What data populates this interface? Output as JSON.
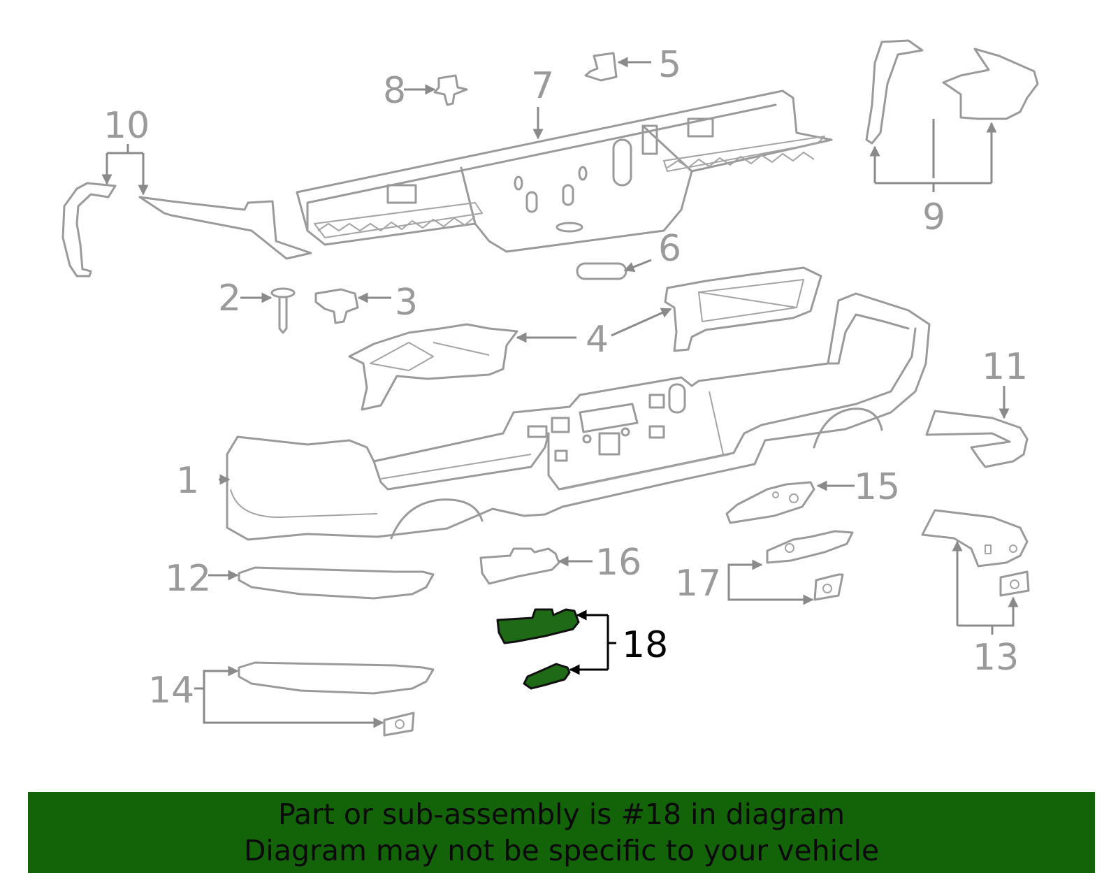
{
  "labels": {
    "n1": "1",
    "n2": "2",
    "n3": "3",
    "n4": "4",
    "n5": "5",
    "n6": "6",
    "n7": "7",
    "n8": "8",
    "n9": "9",
    "n10": "10",
    "n11": "11",
    "n12": "12",
    "n13": "13",
    "n14": "14",
    "n15": "15",
    "n16": "16",
    "n17": "17",
    "n18": "18"
  },
  "banner": {
    "line1": "Part or sub-assembly is #18 in diagram",
    "line2": "Diagram may not be specific to your vehicle"
  },
  "colors": {
    "highlight": "#1f6a16",
    "banner_bg": "#136309",
    "line_gray": "#9a9a9a"
  }
}
